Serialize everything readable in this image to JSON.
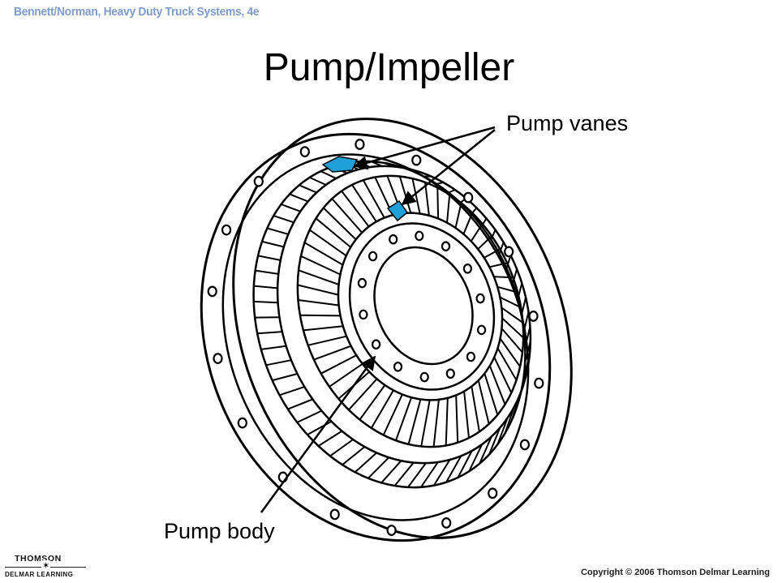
{
  "header": {
    "book": "Bennett/Norman, Heavy Duty Truck Systems, 4e"
  },
  "slide": {
    "title": "Pump/Impeller"
  },
  "labels": {
    "pump_vanes": "Pump vanes",
    "pump_body": "Pump body"
  },
  "footer": {
    "logo_top": "THOMSON",
    "logo_bottom": "DELMAR LEARNING",
    "copyright": "Copyright © 2006 Thomson Delmar Learning"
  },
  "colors": {
    "header_text": "#7f9bc8",
    "vane_highlight": "#1fa0d8",
    "line": "#000000"
  }
}
